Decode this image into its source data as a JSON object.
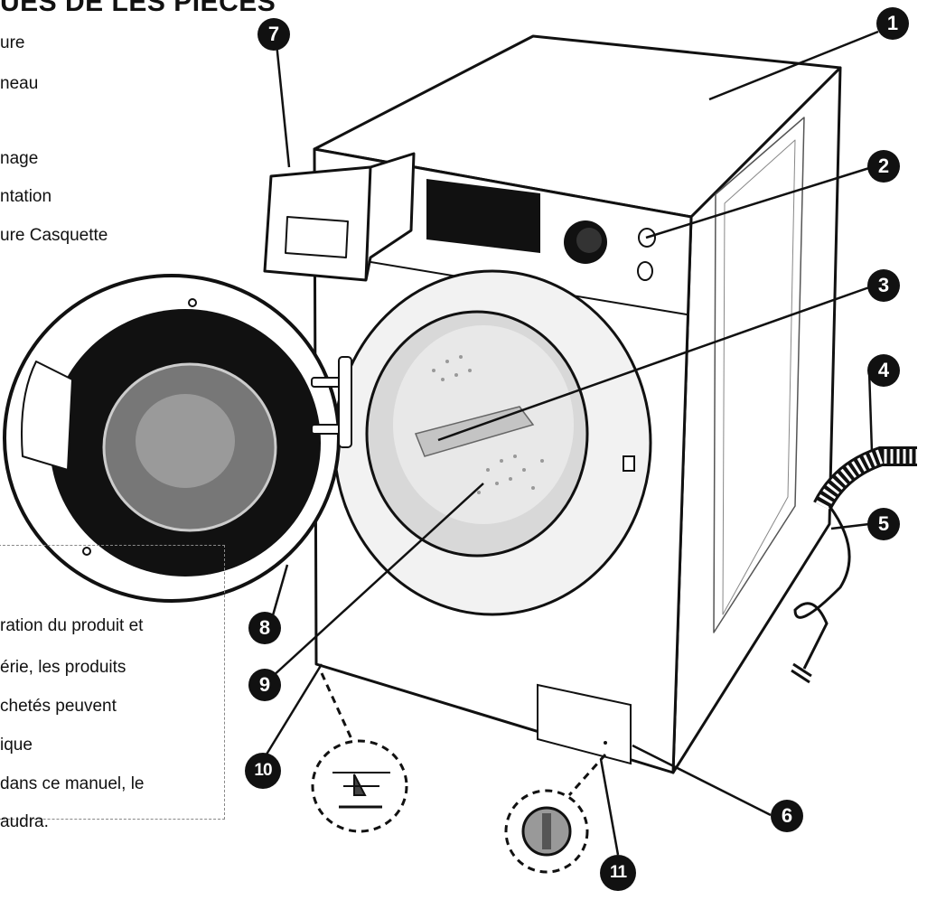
{
  "title": "UES DE LES PIECES",
  "legend": [
    "ure",
    "neau",
    "nage",
    "ntation",
    "ure Casquette"
  ],
  "note_lines": [
    "ration du produit  et",
    "érie, les produits",
    "chetés peuvent",
    "ique",
    "dans ce manuel, le",
    "audra."
  ],
  "callouts": [
    "1",
    "2",
    "3",
    "4",
    "5",
    "6",
    "7",
    "8",
    "9",
    "10",
    "11"
  ]
}
